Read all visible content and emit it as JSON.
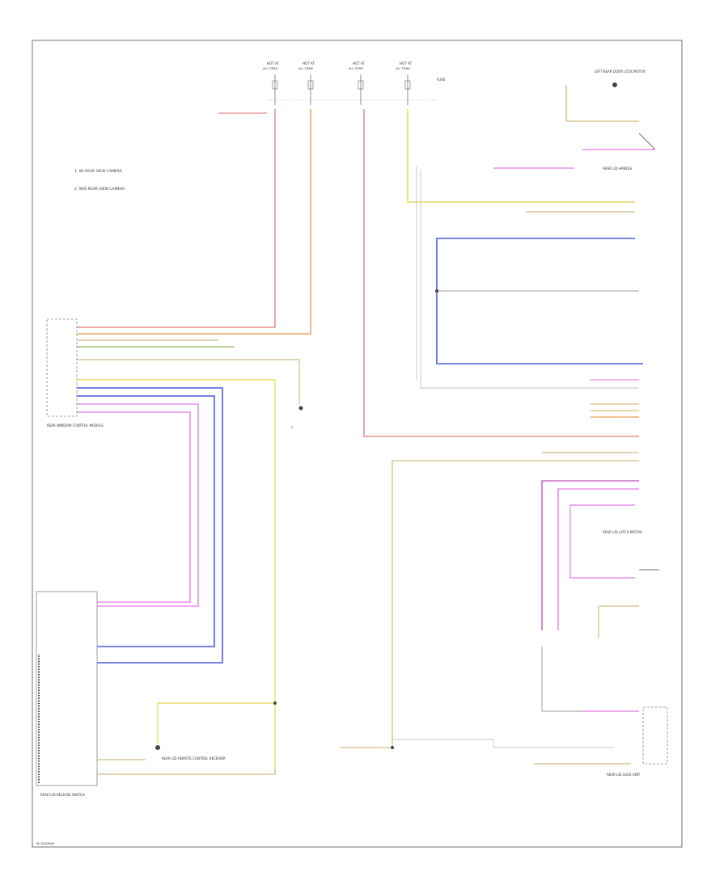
{
  "colors": {
    "frame": "#888888",
    "red": "#e8a0a0",
    "orange": "#f0b070",
    "yellow": "#e8e070",
    "tan": "#d8c898",
    "blue": "#6070e0",
    "pink": "#e890e8",
    "gray": "#b0b0b0",
    "lightgray": "#d0d0d0",
    "black": "#444444"
  },
  "labels": {
    "fuse1_top": "HOT AT",
    "fuse1_sub": "ALL TIMES",
    "fuse2_top": "HOT AT",
    "fuse2_sub": "ALL TIMES",
    "fuse3_top": "HOT AT",
    "fuse3_sub": "ALL TIMES",
    "fuse4_top": "HOT AT",
    "fuse4_sub": "ALL TIMES",
    "fuse_box": "FUSE",
    "note1": "1.  W/ REAR VIEW CAMERA",
    "note2": "2.  W/O REAR VIEW CAMERA",
    "left_module": "REAR WINDOW CONTROL MODULE",
    "dash_switch": "REAR LID RELEASE SWITCH",
    "right_top_switch": "LEFT REAR DOOR LOCK MOTOR",
    "right_mid_module": "REAR LID HANDLE",
    "right_lower_module": "REAR LID LATCH MOTOR",
    "bottom_left_motor": "REAR LID REMOTE CONTROL RECEIVER",
    "bottom_right_motor": "REAR LID LOCK UNIT",
    "footer": "W/ DIAGRAM"
  }
}
